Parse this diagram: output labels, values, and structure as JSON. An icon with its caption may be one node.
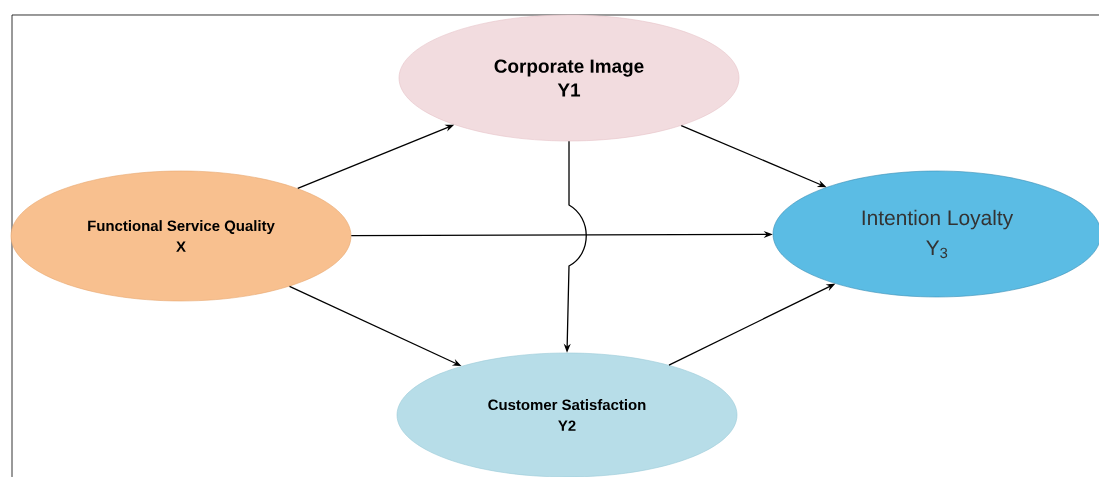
{
  "diagram": {
    "nodes": [
      {
        "text": [
          "Corporate Image",
          "Y1"
        ]
      },
      {
        "text": [
          "Functional Service Quality",
          "X"
        ]
      },
      {
        "text": [
          "Intention Loyalty",
          "Y$_{3}$"
        ]
      },
      {
        "text": [
          "Customer Satisfaction",
          "Y2"
        ]
      }
    ],
    "edges": [
      {
        "from": 1,
        "to": 0,
        "arrow": "to"
      },
      {
        "from": 1,
        "to": 2,
        "arrow": "to"
      },
      {
        "from": 1,
        "to": 3,
        "arrow": "to"
      },
      {
        "from": 0,
        "to": 2,
        "arrow": "to"
      },
      {
        "from": 0,
        "to": 3,
        "arrow": "to"
      },
      {
        "from": 3,
        "to": 2,
        "arrow": "to"
      }
    ]
  }
}
